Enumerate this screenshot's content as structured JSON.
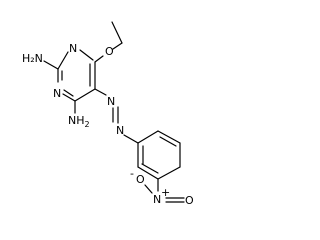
{
  "structure": {
    "atoms": {
      "amino_top": "H₂N",
      "ring_n_top": "N",
      "ring_n_bottom": "N",
      "ether_o": "O",
      "amino_bottom_h": "NH",
      "amino_bottom_sub": "2",
      "azo_n1": "N",
      "azo_n2": "N",
      "nitro_n": "N",
      "nitro_charge_plus": "+",
      "nitro_o_top": "O",
      "nitro_o_minus": "-",
      "nitro_o_right": "O"
    },
    "colors": {
      "bond": "#000000",
      "nitrogen": "#0000ff",
      "oxygen": "#ff0000",
      "carbon_label": "#000000"
    }
  }
}
